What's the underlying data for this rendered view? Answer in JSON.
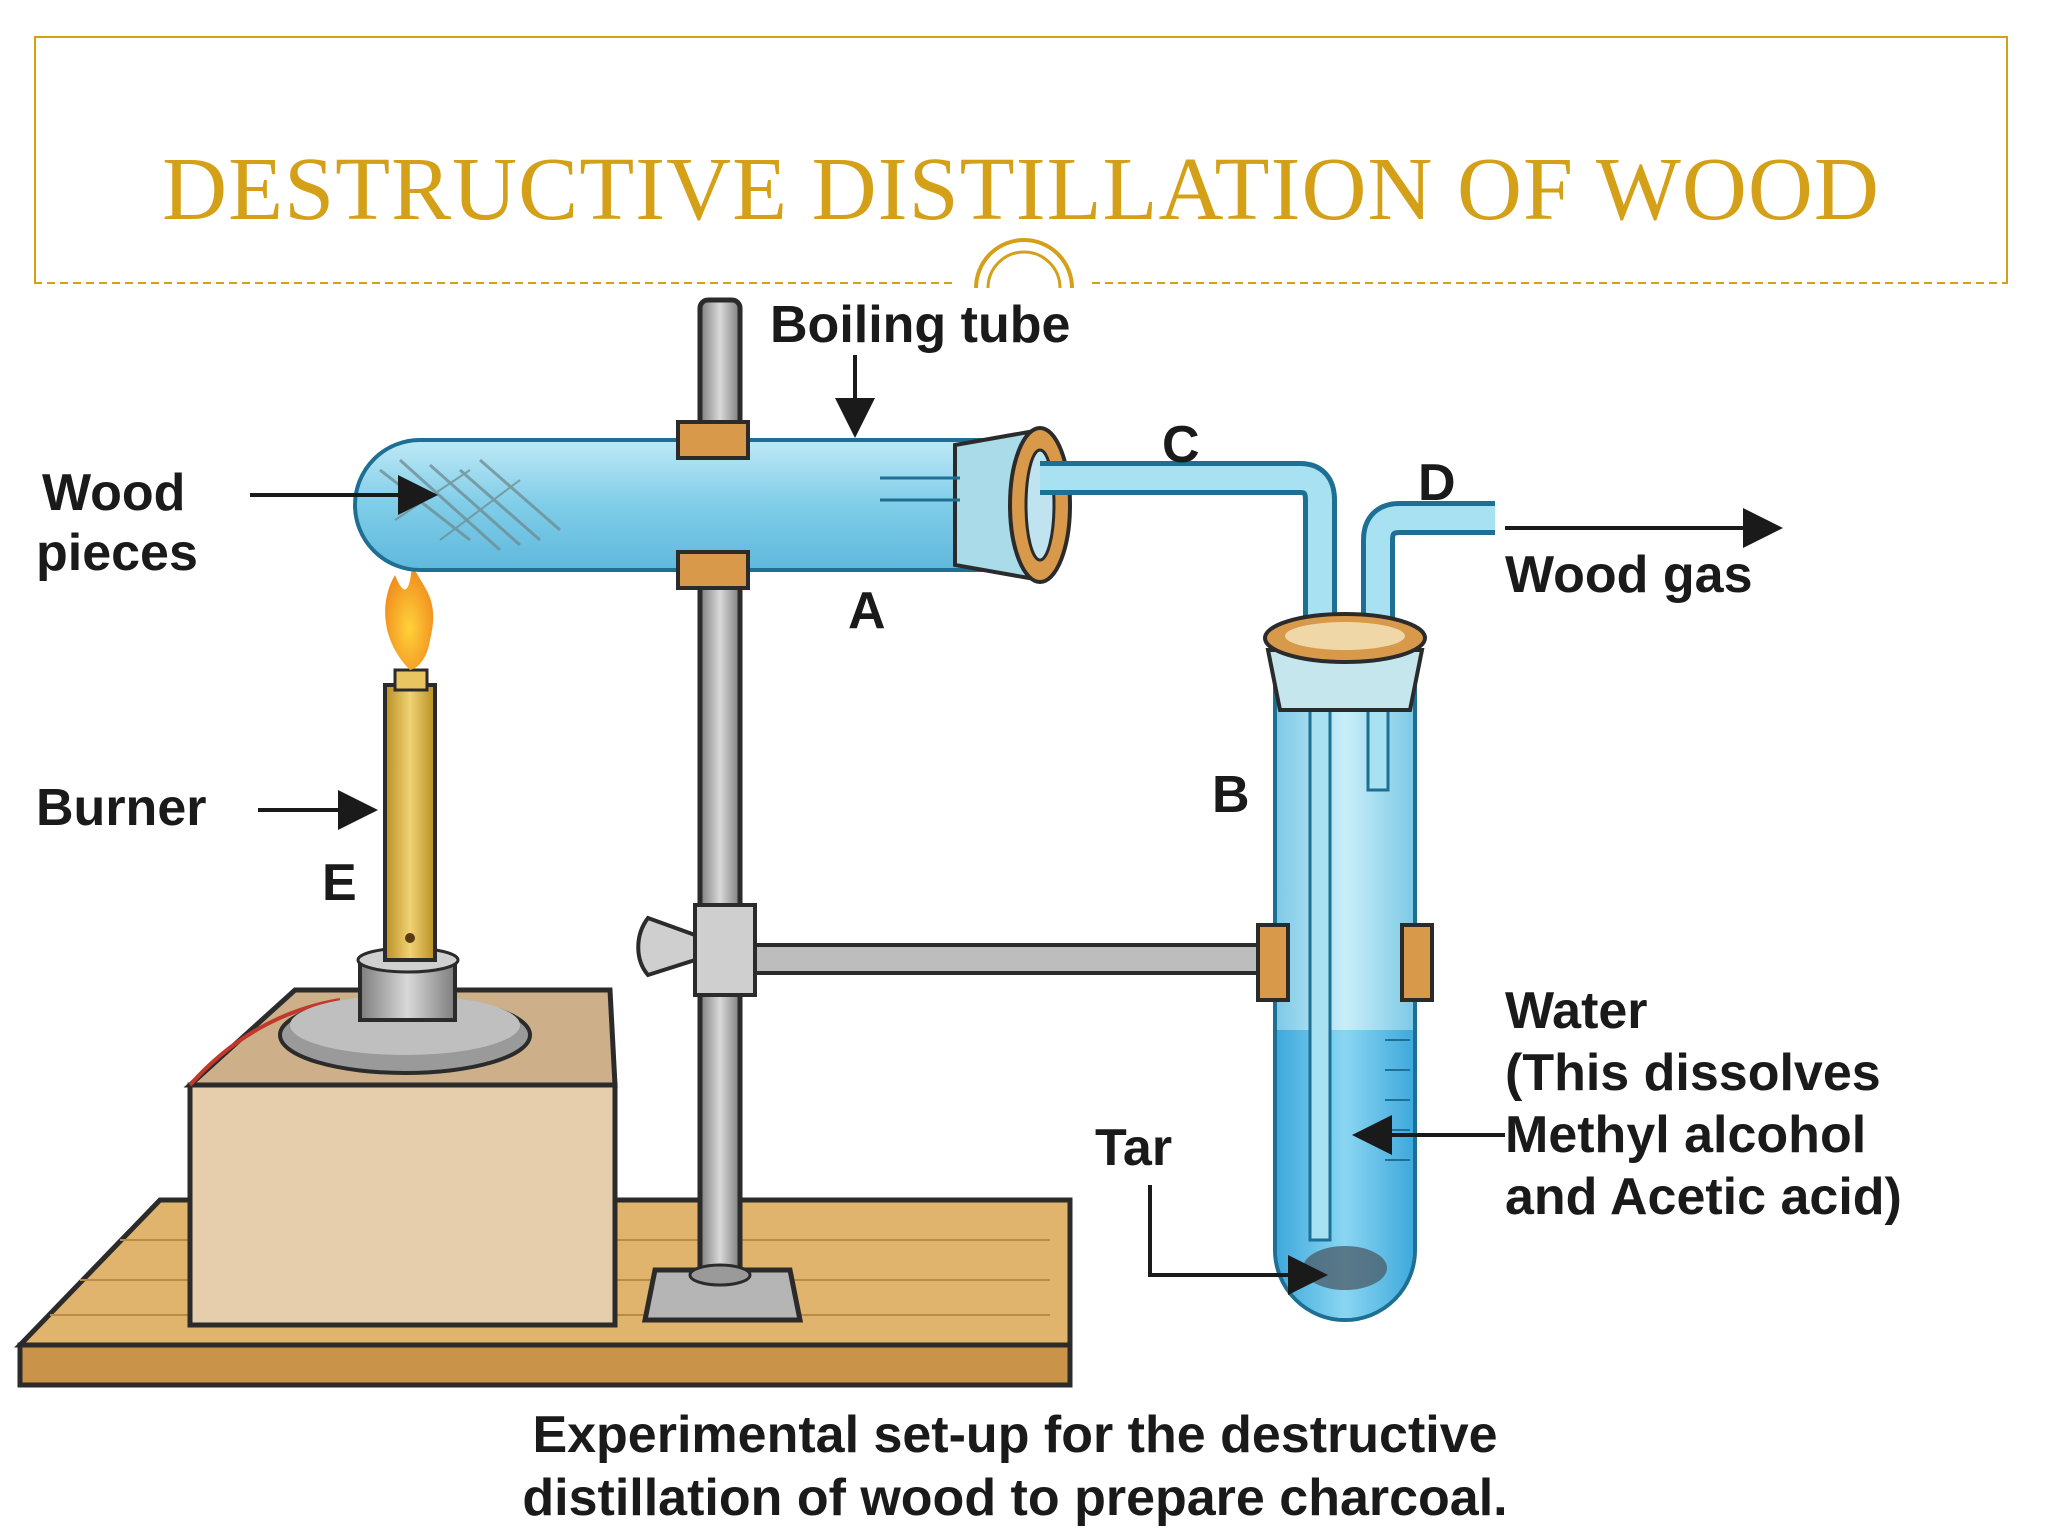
{
  "slide": {
    "title": "DESTRUCTIVE DISTILLATION OF WOOD"
  },
  "diagram": {
    "labels": {
      "boiling_tube": "Boiling tube",
      "wood_pieces_line1": "Wood",
      "wood_pieces_line2": "pieces",
      "label_a": "A",
      "label_b": "B",
      "label_c": "C",
      "label_d": "D",
      "label_e": "E",
      "wood_gas": "Wood gas",
      "burner": "Burner",
      "water_line1": "Water",
      "water_line2": "(This dissolves",
      "water_line3": "Methyl alcohol",
      "water_line4": "and Acetic acid)",
      "tar": "Tar"
    },
    "caption_line1": "Experimental set-up for the destructive",
    "caption_line2": "distillation  of wood to prepare charcoal."
  },
  "colors": {
    "accent": "#d4a017",
    "glass": "#8fd3ea",
    "water": "#5fbfe6",
    "wood_board": "#e0b46c",
    "box": "#e3c9a6",
    "stand": "#a9a9a9",
    "burner": "#d8b040",
    "cork": "#d89a4a"
  }
}
